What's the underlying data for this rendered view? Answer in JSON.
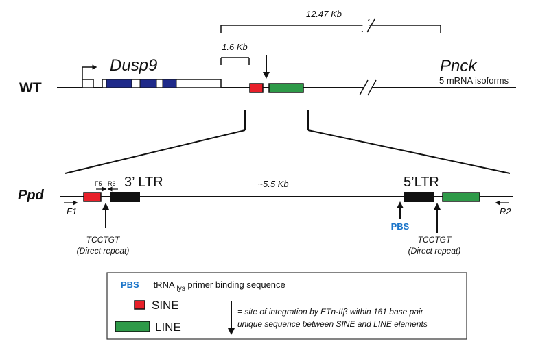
{
  "colors": {
    "line": "#111111",
    "exon": "#1f2a8a",
    "sine": "#e8202a",
    "line_element": "#2e9a48",
    "ltr": "#111111",
    "pbs": "#1a74c9",
    "box_border": "#333333"
  },
  "wt": {
    "label": "WT",
    "dusp9_label": "Dusp9",
    "pnck_label": "Pnck",
    "pnck_sub": "5 mRNA isoforms",
    "span_large": "12.47 Kb",
    "span_small": "1.6 Kb"
  },
  "ppd": {
    "label": "Ppd",
    "ltr3_label": "3’ LTR",
    "ltr5_label": "5’LTR",
    "distance": "~5.5 Kb",
    "primer_f5": "F5",
    "primer_r6": "R6",
    "primer_f1": "F1",
    "primer_r2": "R2",
    "pbs": "PBS",
    "repeat_seq_left": "TCCTGT",
    "repeat_note_left": "(Direct repeat)",
    "repeat_seq_right": "TCCTGT",
    "repeat_note_right": "(Direct repeat)"
  },
  "legend": {
    "pbs_term": "PBS",
    "pbs_eq": "= tRNA",
    "pbs_sub": "lys",
    "pbs_rest": " primer binding sequence",
    "sine": "SINE",
    "line": "LINE",
    "arrow_desc_1": "= site of integration by ETn-IIβ within 161 base pair",
    "arrow_desc_2": "unique sequence between SINE and LINE elements"
  }
}
